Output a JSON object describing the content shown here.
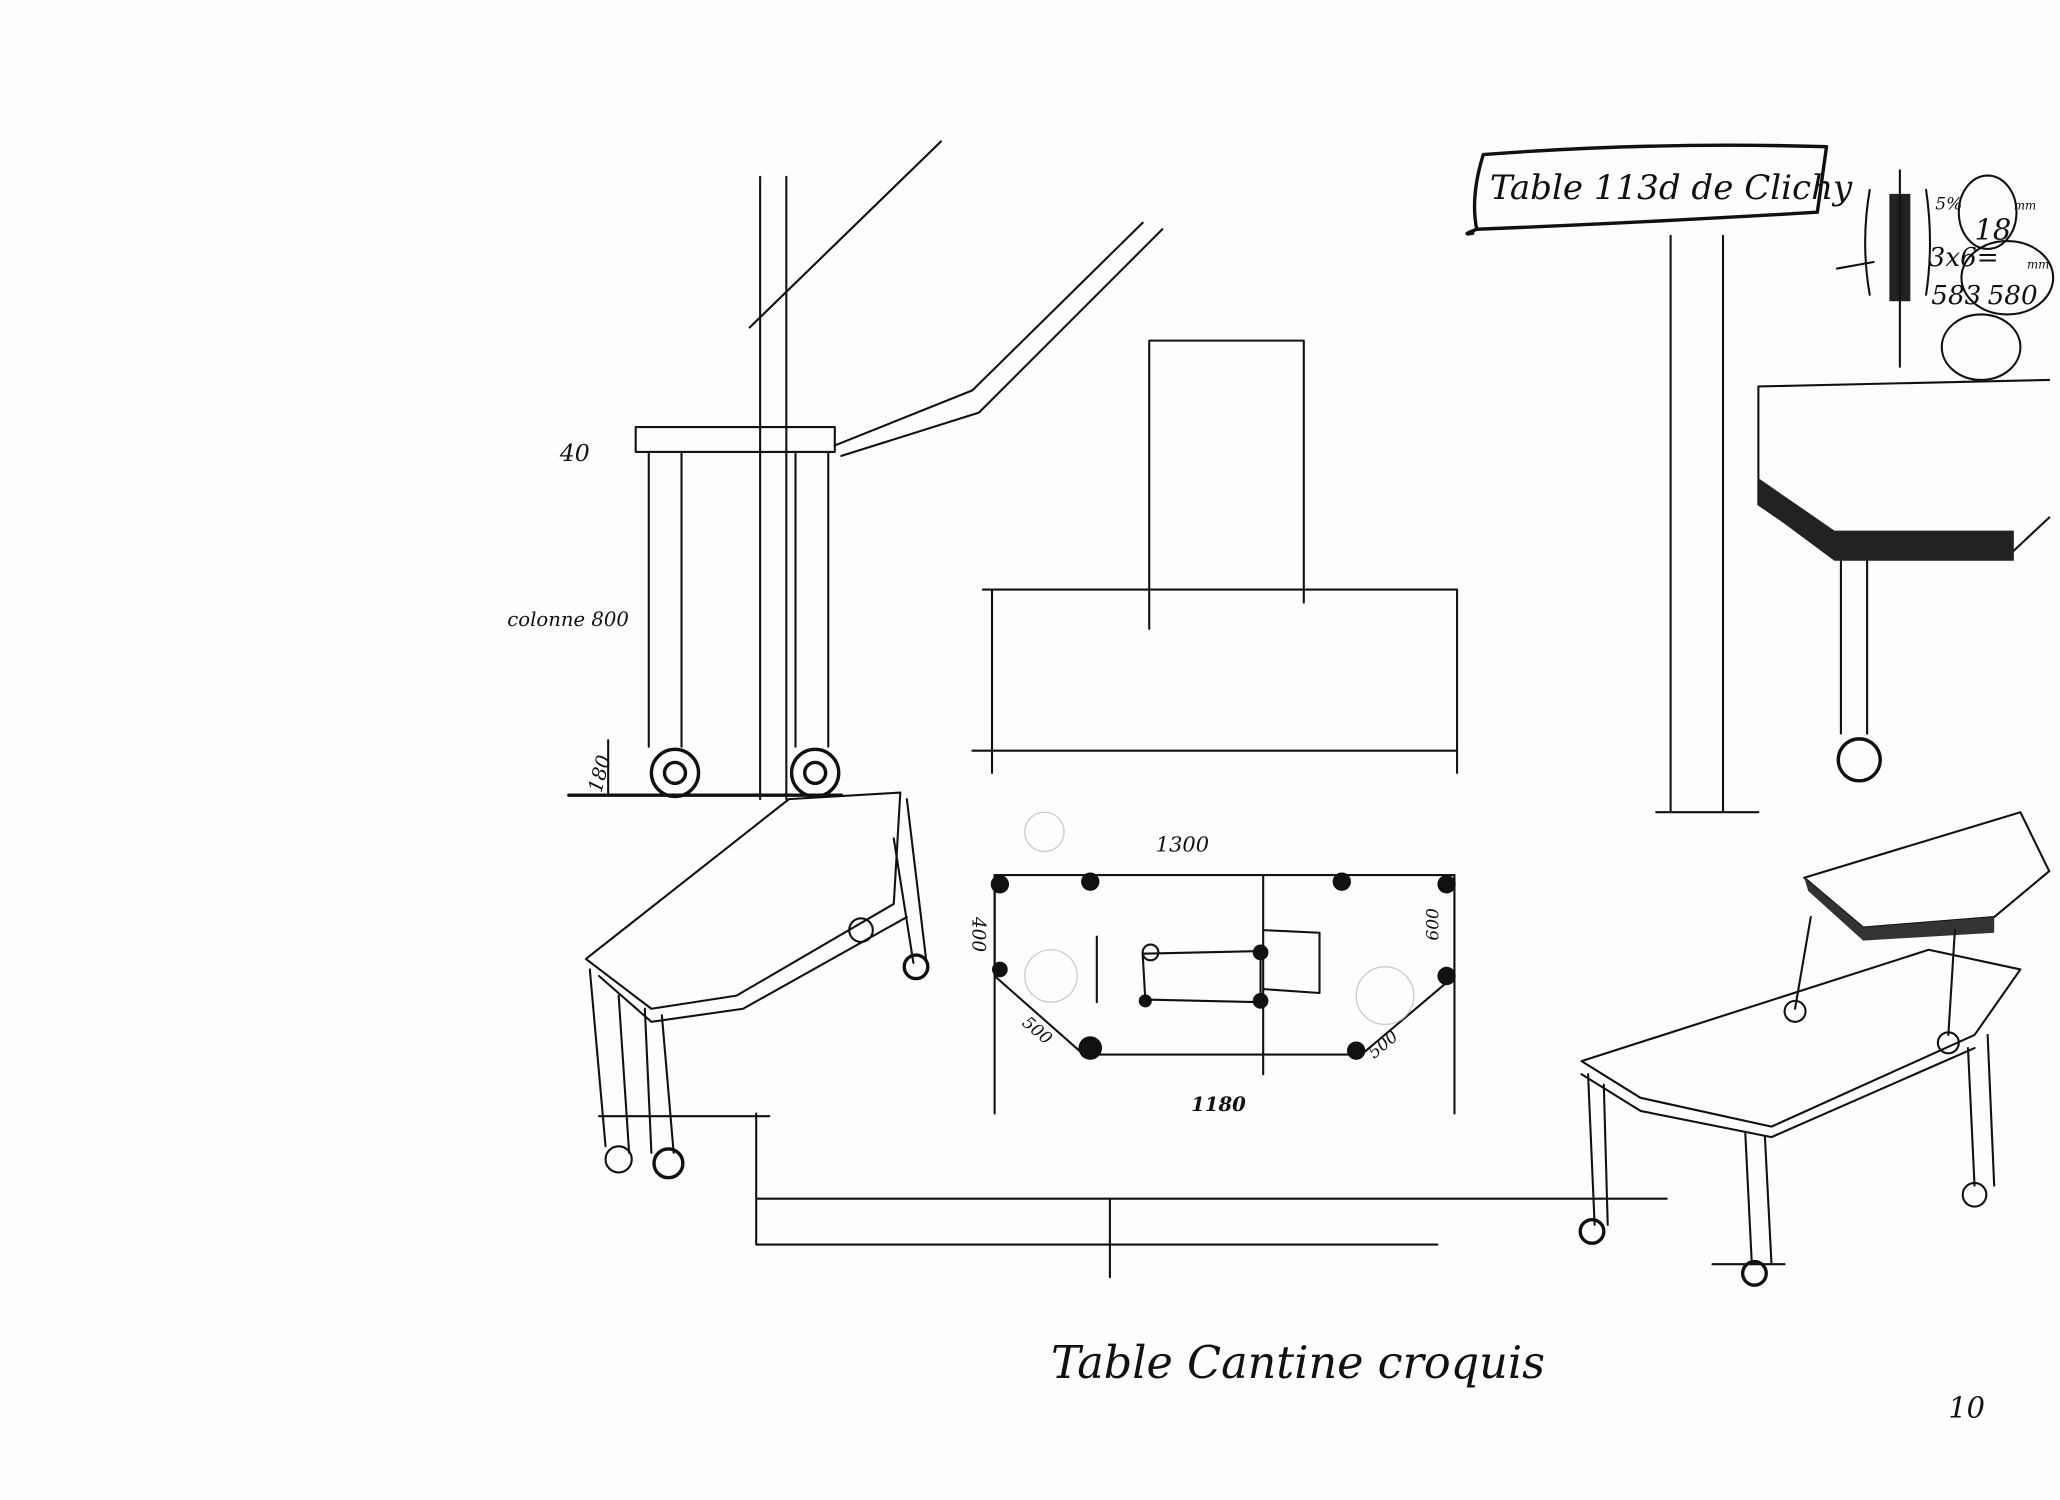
{
  "sketch": {
    "title_banner": "Table 113d de Clichy",
    "caption": "Table Cantine croquis",
    "page_number": "10",
    "elevation_dims": {
      "top_thickness": "40",
      "leg_height": "colonne 800",
      "wheel_height": "180"
    },
    "plan_dims": {
      "top_length": "1300",
      "bottom_length": "1180",
      "left_side": "400",
      "right_side": "600",
      "left_diagonal": "500",
      "right_diagonal": "500"
    },
    "detail_notes": {
      "ratio": "5%",
      "ply": "3x6=",
      "ply_result": "18",
      "ply_unit": "mm",
      "width_a": "583",
      "width_b": "580",
      "width_unit": "mm"
    }
  }
}
